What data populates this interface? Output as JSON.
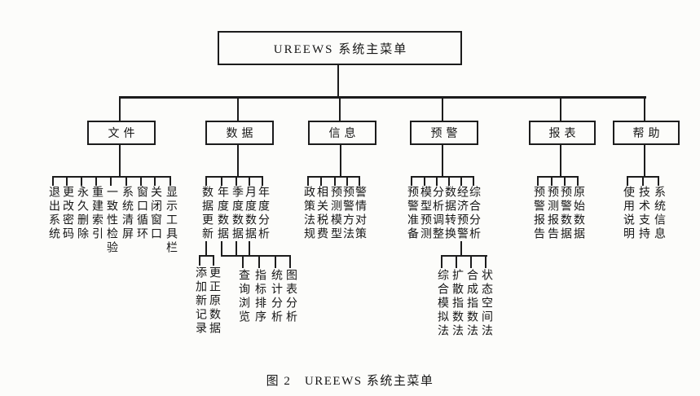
{
  "root_label": "UREEWS 系统主菜单",
  "figure_caption": "图 2　UREEWS 系统主菜单",
  "menus": [
    {
      "label": "文件",
      "items": [
        "退出系统",
        "更改密码",
        "永久删除",
        "重建索引",
        "一致性检验",
        "系统清屏",
        "窗口循环",
        "关闭窗口",
        "显示工具栏"
      ]
    },
    {
      "label": "数据",
      "items": [
        "数据更新",
        "年度数据",
        "季度数据",
        "月度数据",
        "年度分析"
      ],
      "subitems_update": [
        "添加新记录",
        "更正原数据"
      ],
      "subitems_query": [
        "查询浏览",
        "指标排序",
        "统计分析",
        "图表分析"
      ]
    },
    {
      "label": "信息",
      "items": [
        "政策法规",
        "相关税费",
        "预测模型",
        "预警方法",
        "警情对策"
      ]
    },
    {
      "label": "预警",
      "items": [
        "预警准备",
        "模型预测",
        "分析调整",
        "数据转换",
        "经济预警",
        "综合分析"
      ],
      "subitems_economic": [
        "综合模拟法",
        "扩散指数法",
        "合成指数法",
        "状态空间法"
      ]
    },
    {
      "label": "报表",
      "items": [
        "预警报告",
        "预测报告",
        "预警数据",
        "原始数据"
      ]
    },
    {
      "label": "帮助",
      "items": [
        "使用说明",
        "技术支持",
        "系统信息"
      ]
    }
  ]
}
